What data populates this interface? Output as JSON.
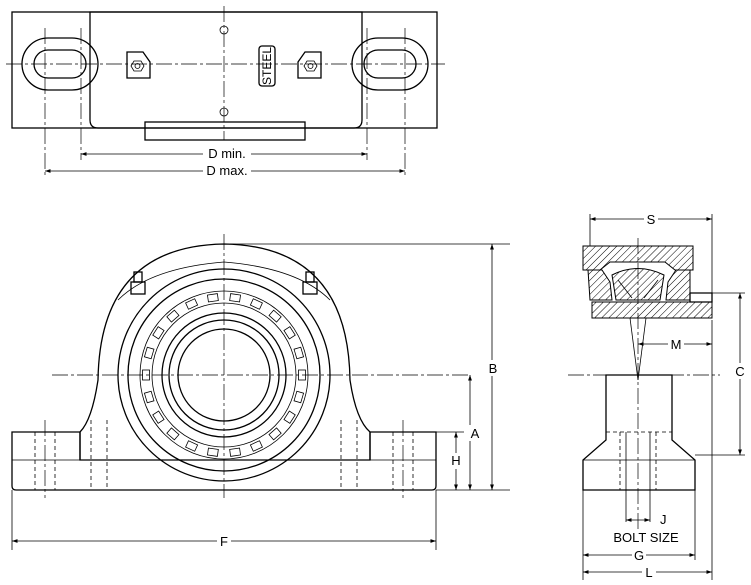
{
  "top_view": {
    "cast_label": "STEEL",
    "dim_d_min": "D min.",
    "dim_d_max": "D max."
  },
  "front_view": {
    "dim_b": "B",
    "dim_a": "A",
    "dim_h": "H",
    "dim_f": "F"
  },
  "side_view": {
    "dim_s": "S",
    "dim_m": "M",
    "dim_c": "C",
    "dim_j": "J",
    "bolt_size": "BOLT SIZE",
    "dim_g": "G",
    "dim_l": "L"
  }
}
